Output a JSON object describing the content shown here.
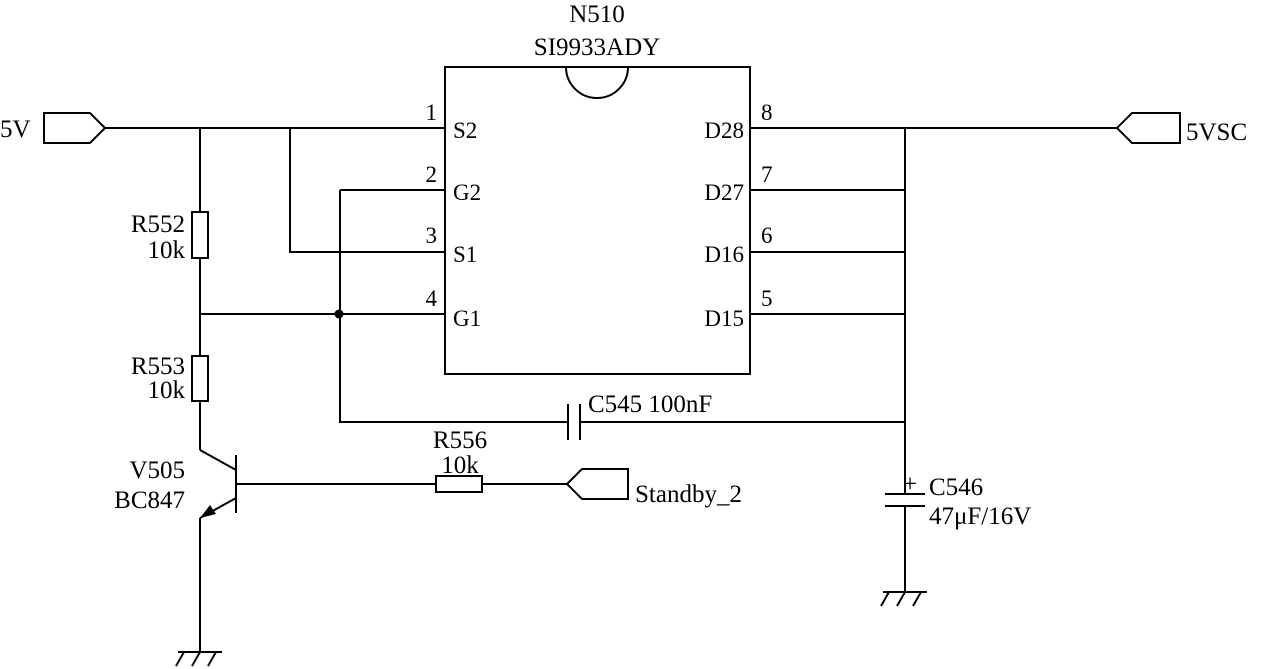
{
  "ic": {
    "ref": "N510",
    "part": "SI9933ADY",
    "pins_left": [
      {
        "num": "1",
        "name": "S2"
      },
      {
        "num": "2",
        "name": "G2"
      },
      {
        "num": "3",
        "name": "S1"
      },
      {
        "num": "4",
        "name": "G1"
      }
    ],
    "pins_right": [
      {
        "num": "8",
        "name": "D28"
      },
      {
        "num": "7",
        "name": "D27"
      },
      {
        "num": "6",
        "name": "D16"
      },
      {
        "num": "5",
        "name": "D15"
      }
    ]
  },
  "ports": {
    "input": "5V",
    "output": "5VSC",
    "control": "Standby_2"
  },
  "resistors": [
    {
      "ref": "R552",
      "value": "10k"
    },
    {
      "ref": "R553",
      "value": "10k"
    },
    {
      "ref": "R556",
      "value": "10k"
    }
  ],
  "capacitors": [
    {
      "label": "C545 100nF"
    },
    {
      "plus": "+",
      "ref": "C546",
      "value": "47μF/16V"
    }
  ],
  "transistor": {
    "ref": "V505",
    "part": "BC847"
  }
}
